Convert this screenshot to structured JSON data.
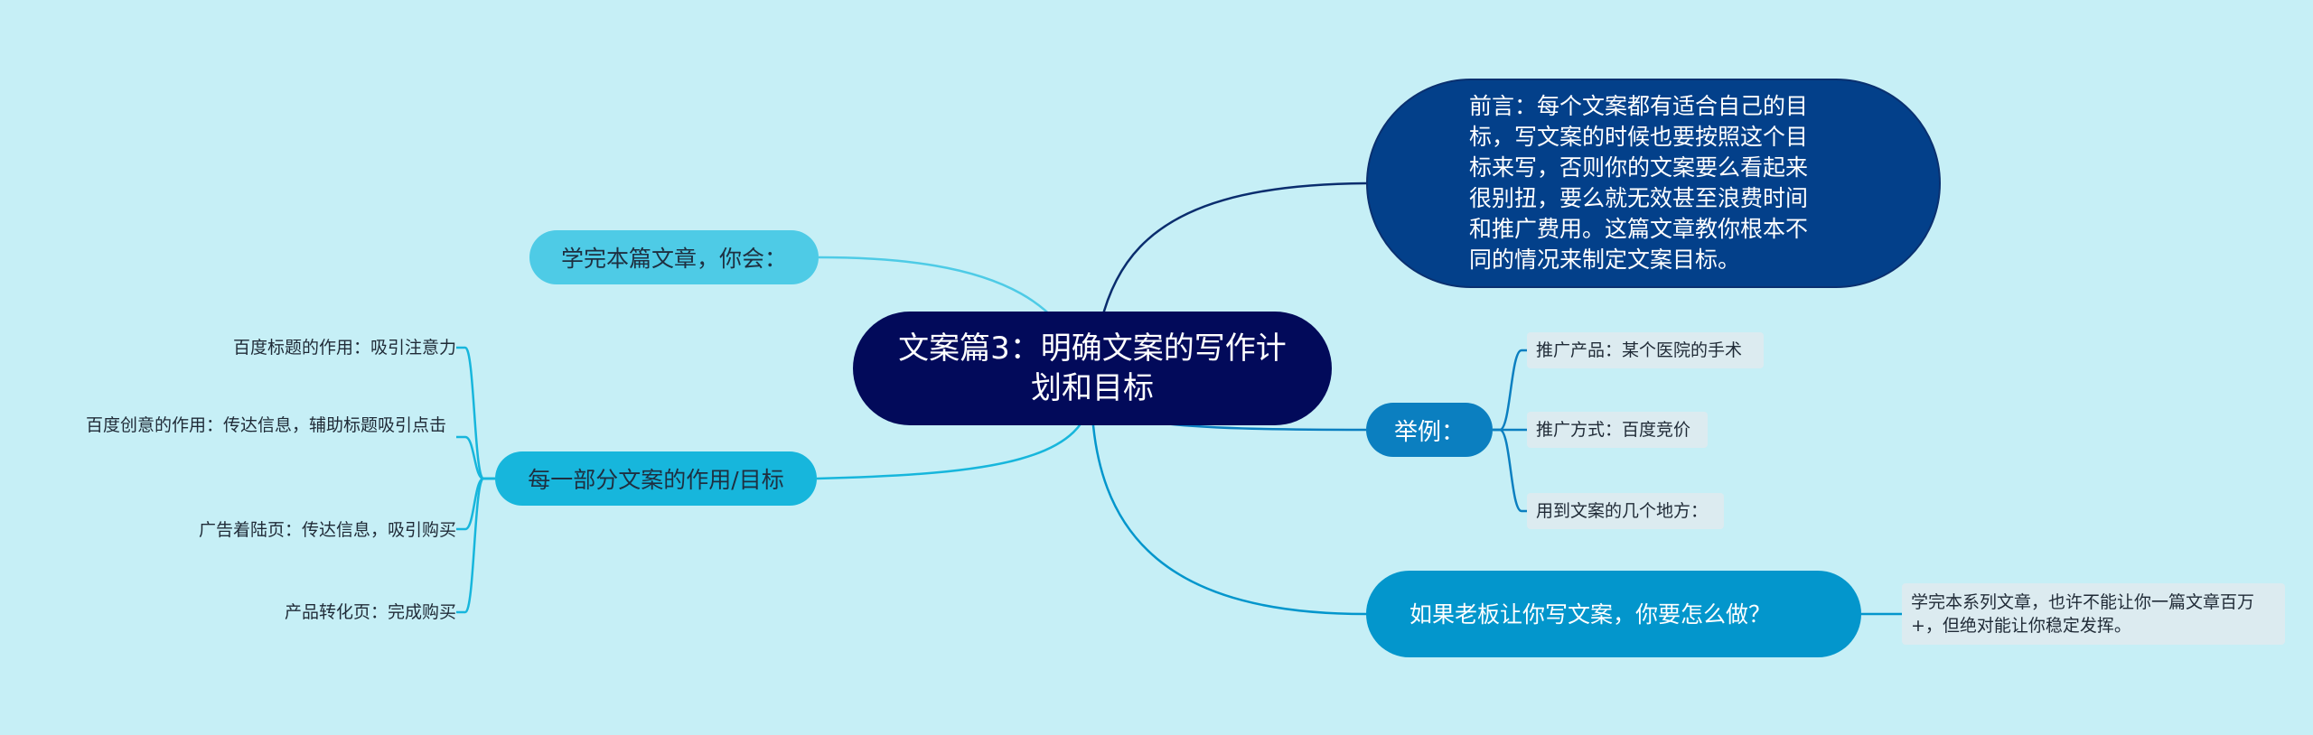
{
  "mindmap": {
    "central": "文案篇3：明确文案的写作计划和目标",
    "intro": "前言：每个文案都有适合自己的目标，写文案的时候也要按照这个目标来写，否则你的文案要么看起来很别扭，要么就无效甚至浪费时间和推广费用。这篇文章教你根本不同的情况来制定文案目标。",
    "learn": "学完本篇文章，你会：",
    "roles": {
      "label": "每一部分文案的作用/目标",
      "items": [
        "百度标题的作用：吸引注意力",
        "百度创意的作用：传达信息，辅助标题吸引点击",
        "广告着陆页：传达信息，吸引购买",
        "产品转化页：完成购买"
      ]
    },
    "example": {
      "label": "举例：",
      "items": [
        "推广产品：某个医院的手术",
        "推广方式：百度竞价",
        "用到文案的几个地方："
      ]
    },
    "boss": {
      "label": "如果老板让你写文案，你要怎么做？",
      "answer": "学完本系列文章，也许不能让你一篇文章百万+，但绝对能让你稳定发挥。"
    }
  },
  "colors": {
    "background": "#c6eff6",
    "central": "#020a5a",
    "intro": "#03408a",
    "learn": "#4ecbe6",
    "roles": "#17b6dc",
    "example": "#0b7fc0",
    "boss": "#0396cc"
  }
}
